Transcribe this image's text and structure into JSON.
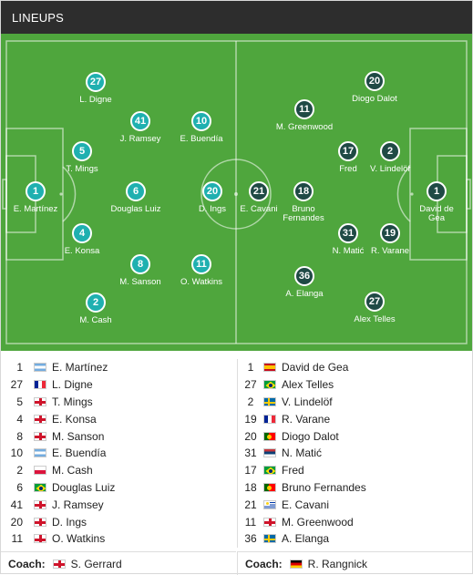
{
  "header": {
    "title": "LINEUPS"
  },
  "pitch": {
    "home": [
      {
        "number": "27",
        "name": "L. Digne"
      },
      {
        "number": "41",
        "name": "J. Ramsey"
      },
      {
        "number": "10",
        "name": "E. Buendía"
      },
      {
        "number": "5",
        "name": "T. Mings"
      },
      {
        "number": "1",
        "name": "E. Martínez"
      },
      {
        "number": "6",
        "name": "Douglas Luiz"
      },
      {
        "number": "20",
        "name": "D. Ings"
      },
      {
        "number": "4",
        "name": "E. Konsa"
      },
      {
        "number": "8",
        "name": "M. Sanson"
      },
      {
        "number": "11",
        "name": "O. Watkins"
      },
      {
        "number": "2",
        "name": "M. Cash"
      }
    ],
    "away": [
      {
        "number": "20",
        "name": "Diogo Dalot"
      },
      {
        "number": "11",
        "name": "M. Greenwood"
      },
      {
        "number": "17",
        "name": "Fred"
      },
      {
        "number": "2",
        "name": "V. Lindelöf"
      },
      {
        "number": "21",
        "name": "E. Cavani"
      },
      {
        "number": "18",
        "name": "Bruno Fernandes"
      },
      {
        "number": "1",
        "name": "David de Gea"
      },
      {
        "number": "31",
        "name": "N. Matić"
      },
      {
        "number": "19",
        "name": "R. Varane"
      },
      {
        "number": "36",
        "name": "A. Elanga"
      },
      {
        "number": "27",
        "name": "Alex Telles"
      }
    ]
  },
  "list": {
    "home": [
      {
        "number": "1",
        "flag": "argentina",
        "name": "E. Martínez"
      },
      {
        "number": "27",
        "flag": "france",
        "name": "L. Digne"
      },
      {
        "number": "5",
        "flag": "england",
        "name": "T. Mings"
      },
      {
        "number": "4",
        "flag": "england",
        "name": "E. Konsa"
      },
      {
        "number": "8",
        "flag": "england",
        "name": "M. Sanson"
      },
      {
        "number": "10",
        "flag": "argentina",
        "name": "E. Buendía"
      },
      {
        "number": "2",
        "flag": "poland",
        "name": "M. Cash"
      },
      {
        "number": "6",
        "flag": "brazil",
        "name": "Douglas Luiz"
      },
      {
        "number": "41",
        "flag": "england",
        "name": "J. Ramsey"
      },
      {
        "number": "20",
        "flag": "england",
        "name": "D. Ings"
      },
      {
        "number": "11",
        "flag": "england",
        "name": "O. Watkins"
      }
    ],
    "away": [
      {
        "number": "1",
        "flag": "spain",
        "name": "David de Gea"
      },
      {
        "number": "27",
        "flag": "brazil",
        "name": "Alex Telles"
      },
      {
        "number": "2",
        "flag": "sweden",
        "name": "V. Lindelöf"
      },
      {
        "number": "19",
        "flag": "france",
        "name": "R. Varane"
      },
      {
        "number": "20",
        "flag": "portugal",
        "name": "Diogo Dalot"
      },
      {
        "number": "31",
        "flag": "serbia",
        "name": "N. Matić"
      },
      {
        "number": "17",
        "flag": "brazil",
        "name": "Fred"
      },
      {
        "number": "18",
        "flag": "portugal",
        "name": "Bruno Fernandes"
      },
      {
        "number": "21",
        "flag": "uruguay",
        "name": "E. Cavani"
      },
      {
        "number": "11",
        "flag": "england",
        "name": "M. Greenwood"
      },
      {
        "number": "36",
        "flag": "sweden",
        "name": "A. Elanga"
      }
    ]
  },
  "coaches": {
    "label": "Coach:",
    "home": {
      "flag": "england",
      "name": "S. Gerrard"
    },
    "away": {
      "flag": "germany",
      "name": "R. Rangnick"
    }
  },
  "colors": {
    "home_marker": "#1fb0b0",
    "away_marker": "#1f4a45",
    "pitch": "#4fa63d",
    "header": "#2d2d2d"
  }
}
